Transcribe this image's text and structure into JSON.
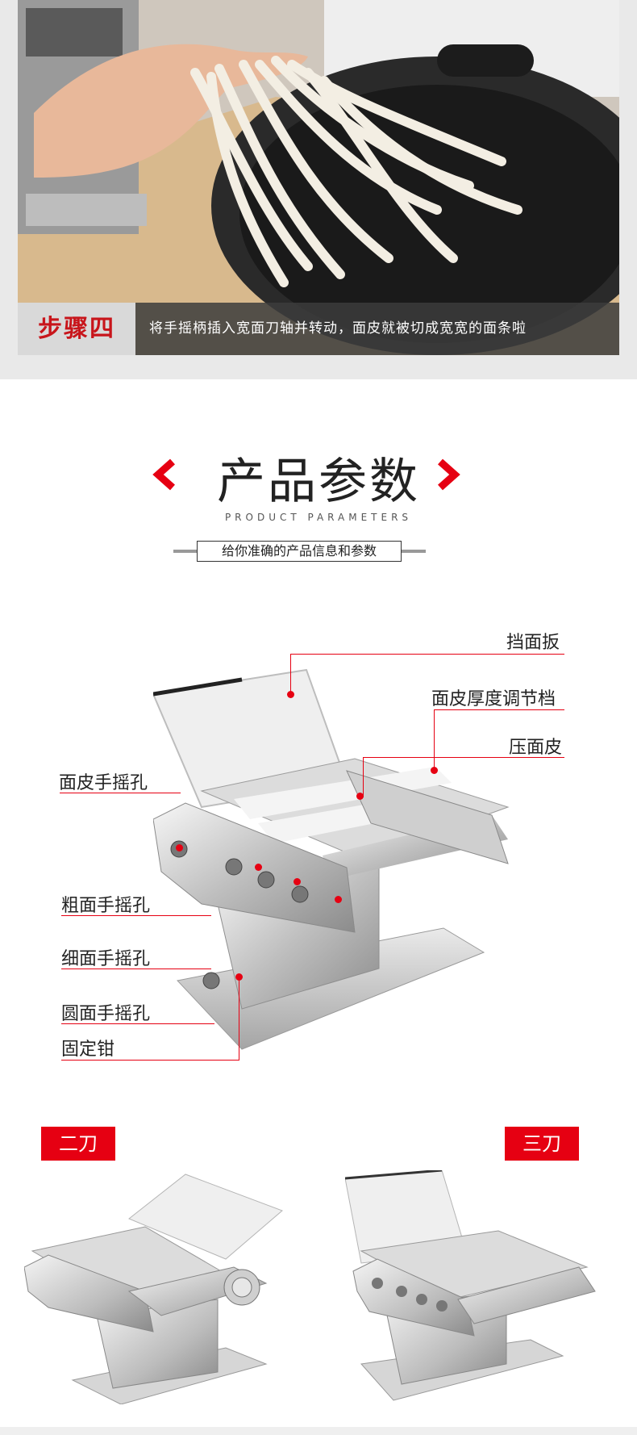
{
  "step": {
    "badge": "步骤四",
    "description": "将手摇柄插入宽面刀轴并转动，面皮就被切成宽宽的面条啦"
  },
  "section": {
    "title": "产品参数",
    "subtitle_en": "PRODUCT PARAMETERS",
    "tagline": "给你准确的产品信息和参数",
    "arrow_color": "#e60012"
  },
  "parts": {
    "guard_plate": "挡面扳",
    "thickness_knob": "面皮厚度调节档",
    "press_roller": "压面皮",
    "sheet_crank_hole": "面皮手摇孔",
    "thick_noodle_hole": "粗面手摇孔",
    "thin_noodle_hole": "细面手摇孔",
    "round_noodle_hole": "圆面手摇孔",
    "clamp": "固定钳"
  },
  "variants": {
    "two_blade": "二刀",
    "three_blade": "三刀"
  },
  "colors": {
    "accent_red": "#e60012",
    "step_red": "#c8151b"
  }
}
